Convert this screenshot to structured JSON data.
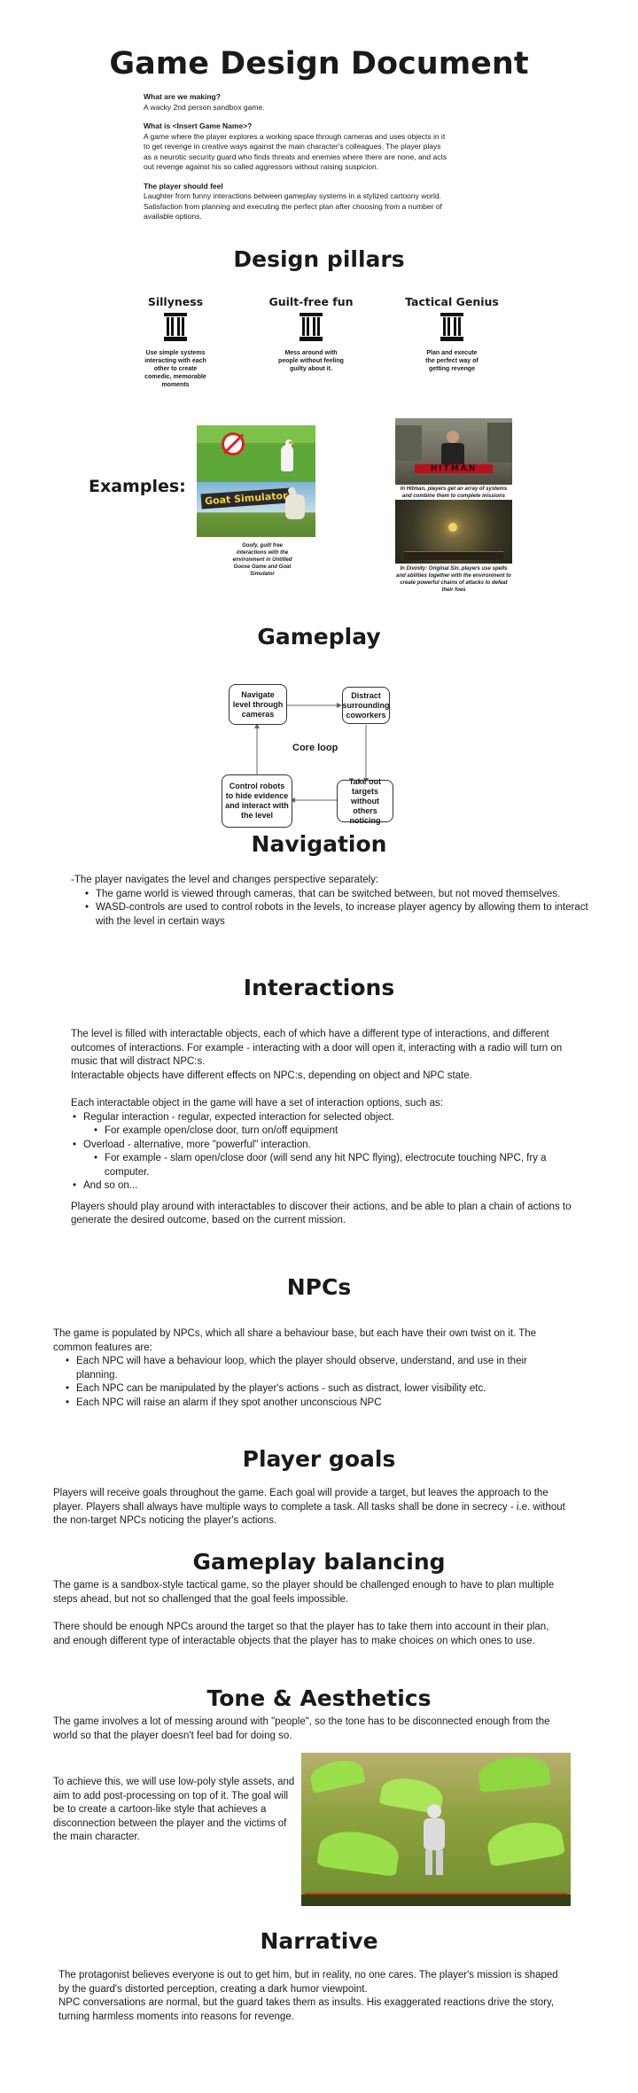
{
  "title": "Game Design Document",
  "intro": {
    "q1": "What are we making?",
    "a1": "A wacky 2nd person sandbox game.",
    "q2": "What is <Insert Game Name>?",
    "a2": "A game where the player explores a working space through cameras and uses objects in it to get revenge in creative ways against the main character's colleagues. The player plays as a neurotic security guard who finds threats and enemies where there are none, and acts out revenge against his so called aggressors without raising suspicion.",
    "q3": "The player should feel",
    "a3": "Laughter from funny interactions between gameplay systems in a stylized cartoony world. Satisfaction from planning and executing the perfect plan after choosing from a number of available options."
  },
  "pillars": {
    "heading": "Design pillars",
    "items": [
      {
        "title": "Sillyness",
        "desc": "Use simple systems interacting with each other to create comedic, memorable moments",
        "icon": "column-icon"
      },
      {
        "title": "Guilt-free fun",
        "desc": "Mess around with people without feeling guilty about it.",
        "icon": "column-icon"
      },
      {
        "title": "Tactical Genius",
        "desc": "Plan and execute the perfect way of getting revenge",
        "icon": "column-icon"
      }
    ]
  },
  "examples": {
    "label": "Examples:",
    "goose_caption": "Goofy, guilt free interactions with the environment in Untitled Goose Game and Goat Simulator",
    "goat_logo": "Goat Simulator",
    "hitman_logo": "HITMAN",
    "hitman_caption": "In Hitman, players get an array of systems and combine them to complete missions",
    "divinity_caption": "In Divinity: Original Sin, players use spells and abilities together with the environment to create powerful chains of attacks to defeat their foes"
  },
  "gameplay": {
    "heading": "Gameplay",
    "loop_label": "Core loop",
    "nodes": [
      "Navigate level through cameras",
      "Distract surrounding coworkers",
      "Take out targets without others noticing",
      "Control robots to hide evidence and interact with the level"
    ]
  },
  "navigation": {
    "heading": "Navigation",
    "lead": "-The player navigates the level and changes perspective separately:",
    "bullets": [
      "The game world is viewed through cameras, that can be switched between, but not moved themselves.",
      "WASD-controls are used to control robots in the levels, to increase player agency by allowing them to interact with the level in certain ways"
    ]
  },
  "interactions": {
    "heading": "Interactions",
    "p1": "The level is filled with interactable objects, each of which have a different type of interactions, and different outcomes of interactions. For example - interacting with a door will open it, interacting with a radio will turn on music that will distract NPC:s.",
    "p2": "Interactable objects have different effects on NPC:s, depending on object and NPC state.",
    "p3": "Each interactable object in the game will have a set of interaction options, such as:",
    "b1": "Regular interaction - regular, expected interaction for selected object.",
    "b1a": "For example open/close door, turn on/off equipment",
    "b2": "Overload - alternative, more \"powerful\" interaction.",
    "b2a": "For example - slam open/close door (will send any hit NPC flying), electrocute touching NPC, fry a computer.",
    "b3": "And so on...",
    "p4": "Players should play around with interactables to discover their actions, and be able to plan a chain of actions to generate the desired outcome, based on the current mission."
  },
  "npcs": {
    "heading": "NPCs",
    "p1": "The game is populated by NPCs, which all share a behaviour base, but each have their own twist on it. The common features are:",
    "bullets": [
      "Each NPC will have a behaviour loop, which the player should observe, understand, and use in their planning.",
      "Each NPC can be manipulated by the player's actions - such as distract, lower visibility etc.",
      "Each NPC will raise an alarm if they spot another unconscious NPC"
    ]
  },
  "goals": {
    "heading": "Player goals",
    "p1": "Players will receive goals throughout the game. Each goal will provide a target, but leaves the approach to the player. Players shall always have multiple ways to complete a task. All tasks shall be done in secrecy - i.e. without the non-target NPCs noticing the player's actions."
  },
  "balancing": {
    "heading": "Gameplay balancing",
    "p1": "The game is a sandbox-style tactical game, so the player should be challenged enough to have to plan multiple steps ahead, but not so challenged that the goal feels impossible.",
    "p2": "There should be enough NPCs around the target so that the player has to take them into account in their plan, and enough different type of interactable objects that the player has to make choices on which ones to use."
  },
  "tone": {
    "heading": "Tone & Aesthetics",
    "p1": "The game involves a lot of messing around with \"people\", so the tone has to be disconnected enough from the world so that the player doesn't feel bad for doing so.",
    "p2": "To achieve this, we will use low-poly style assets, and aim to add post-processing on top of it. The goal will be to create a cartoon-like style that achieves a disconnection between the player and the victims of the main character."
  },
  "narrative": {
    "heading": "Narrative",
    "p1": "The protagonist believes everyone is out to get him, but in reality, no one cares. The player's mission is shaped by the guard's distorted perception, creating a dark humor viewpoint.",
    "p2": "NPC conversations are normal, but the guard takes them as insults. His exaggerated reactions drive the story, turning harmless moments into reasons for revenge."
  },
  "colors": {
    "text": "#1a1a1a",
    "grass": "#7fb33a",
    "plant": "#9be04a"
  }
}
